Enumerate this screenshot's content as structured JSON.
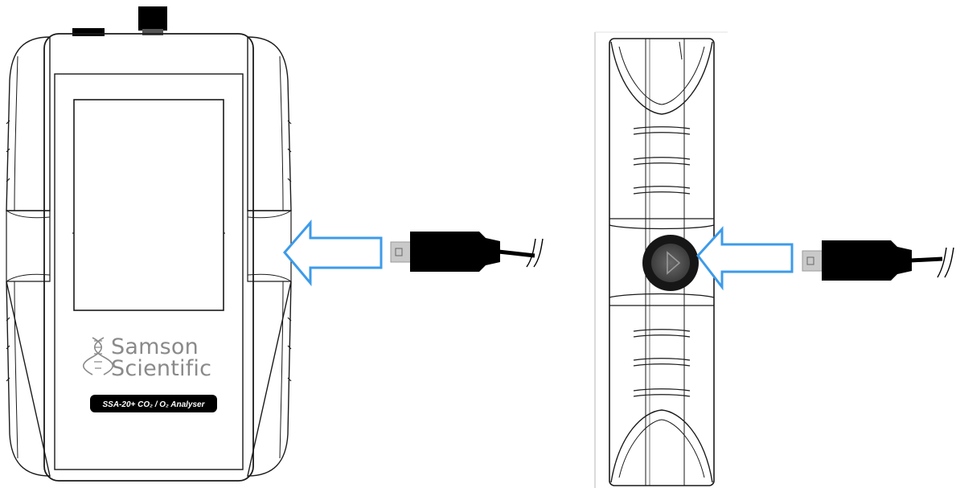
{
  "front_view": {
    "brand_line1": "Samson",
    "brand_line2": "Scientific",
    "model_badge": "SSA-20+ CO₂ / O₂ Analyser",
    "icon": "dna-helix-icon"
  },
  "side_view": {
    "port_icon": "play-triangle-icon"
  },
  "colors": {
    "arrow_stroke": "#3d9be9",
    "outline": "#1a1a1a",
    "cable": "#000000",
    "plug_tip": "#c9c9c9",
    "brand_text": "#8a8a8a"
  }
}
